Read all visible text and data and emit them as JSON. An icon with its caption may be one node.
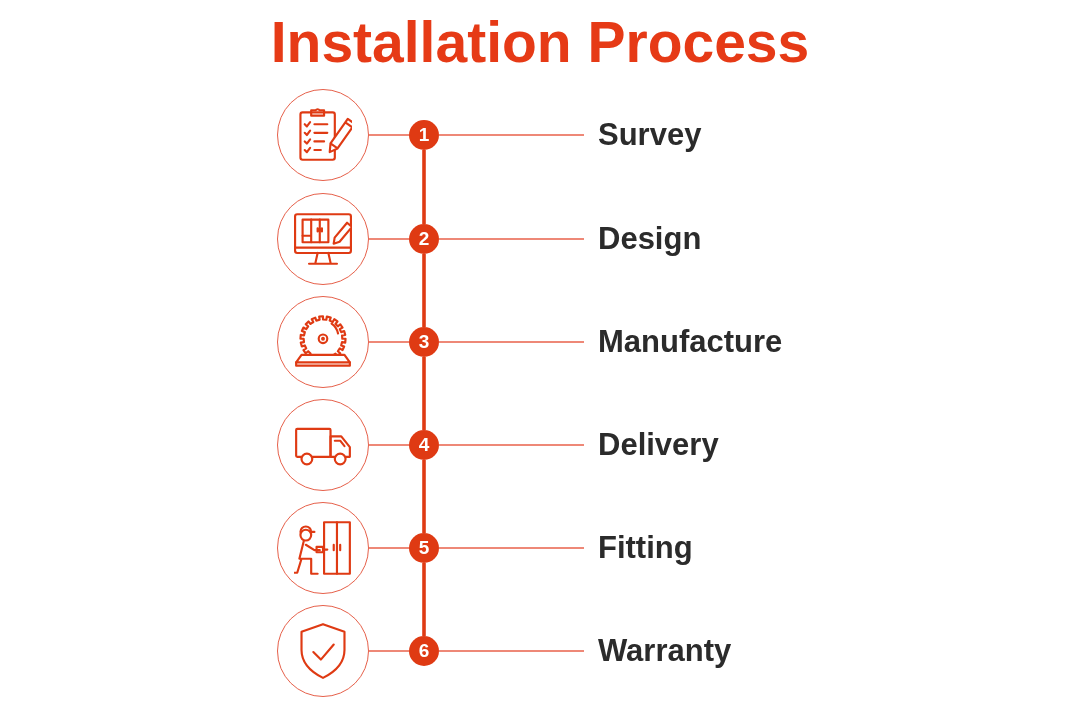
{
  "diagram": {
    "title": "Installation Process",
    "nodes": [
      {
        "text": [],
        "shape": "circle"
      },
      {
        "text": [
          "1"
        ]
      },
      {
        "text": [
          "Survey"
        ]
      },
      {
        "text": [],
        "shape": "circle"
      },
      {
        "text": [
          "2"
        ]
      },
      {
        "text": [
          "Design"
        ]
      },
      {
        "text": [],
        "shape": "circle"
      },
      {
        "text": [
          "3"
        ]
      },
      {
        "text": [
          "Manufacture"
        ]
      },
      {
        "text": [],
        "shape": "circle"
      },
      {
        "text": [
          "4"
        ]
      },
      {
        "text": [
          "Delivery"
        ]
      },
      {
        "text": [],
        "shape": "circle"
      },
      {
        "text": [
          "5"
        ]
      },
      {
        "text": [
          "Fitting"
        ]
      },
      {
        "text": [],
        "shape": "circle"
      },
      {
        "text": [
          "6"
        ]
      },
      {
        "text": [
          "Warranty"
        ]
      }
    ],
    "edges": [
      {
        "from": 0,
        "to": 1,
        "arrow": "none"
      },
      {
        "from": 1,
        "to": 2,
        "arrow": "none"
      },
      {
        "from": 1,
        "to": 4,
        "arrow": "none",
        "style": "thick"
      },
      {
        "from": 3,
        "to": 4,
        "arrow": "none"
      },
      {
        "from": 4,
        "to": 5,
        "arrow": "none"
      },
      {
        "from": 4,
        "to": 7,
        "arrow": "none",
        "style": "thick"
      },
      {
        "from": 6,
        "to": 7,
        "arrow": "none"
      },
      {
        "from": 7,
        "to": 8,
        "arrow": "none"
      },
      {
        "from": 7,
        "to": 10,
        "arrow": "none",
        "style": "thick"
      },
      {
        "from": 9,
        "to": 10,
        "arrow": "none"
      },
      {
        "from": 10,
        "to": 11,
        "arrow": "none"
      },
      {
        "from": 10,
        "to": 13,
        "arrow": "none",
        "style": "thick"
      },
      {
        "from": 12,
        "to": 13,
        "arrow": "none"
      },
      {
        "from": 13,
        "to": 14,
        "arrow": "none"
      },
      {
        "from": 13,
        "to": 16,
        "arrow": "none",
        "style": "thick"
      },
      {
        "from": 15,
        "to": 16,
        "arrow": "none"
      },
      {
        "from": 16,
        "to": 17,
        "arrow": "none"
      }
    ]
  }
}
